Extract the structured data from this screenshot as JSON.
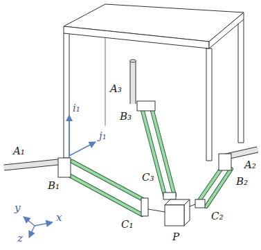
{
  "diagram": {
    "labels": [
      "A₃",
      "B₃",
      "i₁",
      "j₁",
      "A₂",
      "B₂",
      "A₁",
      "B₁",
      "C₃",
      "y",
      "x",
      "z",
      "C₁",
      "C₂",
      "P"
    ]
  }
}
